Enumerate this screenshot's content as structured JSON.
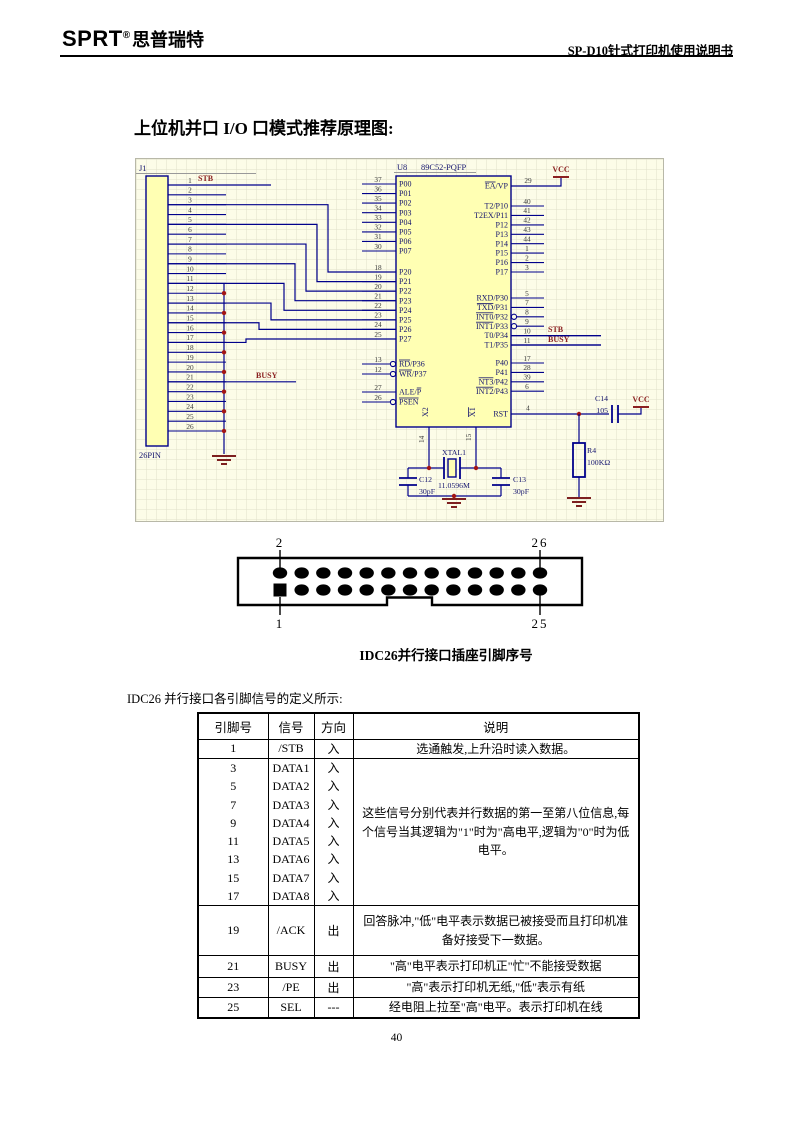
{
  "header": {
    "brand": "SPRT",
    "reg": "®",
    "brand_cn": "思普瑞特",
    "doc_title": "SP-D10针式打印机使用说明书"
  },
  "section_title": "上位机并口 I/O 口模式推荐原理图:",
  "schematic": {
    "j1_ref": "J1",
    "j1_type": "26PIN",
    "u8_ref": "U8",
    "u8_part": "89C52-PQFP",
    "left_a": [
      [
        "37",
        "P00",
        "",
        ""
      ],
      [
        "36",
        "P01",
        "",
        ""
      ],
      [
        "35",
        "P02",
        "",
        ""
      ],
      [
        "34",
        "P03",
        "",
        ""
      ],
      [
        "33",
        "P04",
        "",
        ""
      ],
      [
        "32",
        "P05",
        "",
        ""
      ],
      [
        "31",
        "P06",
        "",
        ""
      ],
      [
        "30",
        "P07",
        "",
        ""
      ]
    ],
    "left_b": [
      [
        "18",
        "P20",
        "",
        ""
      ],
      [
        "19",
        "P21",
        "",
        ""
      ],
      [
        "20",
        "P22",
        "",
        ""
      ],
      [
        "21",
        "P23",
        "",
        ""
      ],
      [
        "22",
        "P24",
        "",
        ""
      ],
      [
        "23",
        "P25",
        "",
        ""
      ],
      [
        "24",
        "P26",
        "",
        ""
      ],
      [
        "25",
        "P27",
        "",
        ""
      ]
    ],
    "left_c": [
      [
        "13",
        "",
        "RD",
        "/P36"
      ],
      [
        "12",
        "",
        "WR",
        "/P37"
      ]
    ],
    "left_d": [
      [
        "27",
        "ALE/",
        "P",
        ""
      ],
      [
        "26",
        "",
        "PSEN",
        ""
      ]
    ],
    "right_0": [
      [
        "29",
        "",
        "EA",
        "/VP"
      ]
    ],
    "right_1": [
      [
        "40",
        "T2/P10",
        "",
        ""
      ],
      [
        "41",
        "T2EX/P11",
        "",
        ""
      ],
      [
        "42",
        "P12",
        "",
        ""
      ],
      [
        "43",
        "P13",
        "",
        ""
      ],
      [
        "44",
        "P14",
        "",
        ""
      ],
      [
        "1",
        "P15",
        "",
        ""
      ],
      [
        "2",
        "P16",
        "",
        ""
      ],
      [
        "3",
        "P17",
        "",
        ""
      ]
    ],
    "right_2": [
      [
        "5",
        "RXD/P30",
        "",
        ""
      ],
      [
        "7",
        "",
        "TXD",
        "/P31"
      ],
      [
        "8",
        "",
        "INT0",
        "/P32"
      ],
      [
        "9",
        "",
        "INT1",
        "/P33"
      ],
      [
        "10",
        "T0/P34",
        "",
        ""
      ],
      [
        "11",
        "T1/P35",
        "",
        ""
      ]
    ],
    "right_3": [
      [
        "17",
        "P40",
        "",
        ""
      ],
      [
        "28",
        "P41",
        "",
        ""
      ],
      [
        "39",
        "",
        "NT3",
        "/P42"
      ],
      [
        "6",
        "",
        "INT2",
        "/P43"
      ]
    ],
    "rst": [
      "4",
      "RST",
      "",
      ""
    ],
    "bottom": [
      [
        "14",
        "X2",
        "",
        ""
      ],
      [
        "15",
        "",
        "X1",
        ""
      ]
    ],
    "nets": {
      "stb": "STB",
      "busy": "BUSY",
      "vcc": "VCC"
    },
    "components": {
      "xtal_ref": "XTAL1",
      "xtal_val": "11.0596M",
      "c12_ref": "C12",
      "c12_val": "30pF",
      "c13_ref": "C13",
      "c13_val": "30pF",
      "c14_ref": "C14",
      "c14_val": "105",
      "r4_ref": "R4",
      "r4_val": "100KΩ"
    }
  },
  "connector_diagram": {
    "caption": "IDC26并行接口插座引脚序号",
    "labels": {
      "top_left": "2",
      "top_right": "26",
      "bottom_left": "1",
      "bottom_right": "25"
    },
    "columns": 13,
    "rows": 2
  },
  "table_intro": "IDC26 并行接口各引脚信号的定义所示:",
  "pin_table": {
    "headers": [
      "引脚号",
      "信号",
      "方向",
      "说明"
    ],
    "rows": [
      {
        "pins": [
          "1"
        ],
        "signals": [
          "/STB"
        ],
        "dirs": [
          "入"
        ],
        "desc": "选通触发,上升沿时读入数据。"
      },
      {
        "pins": [
          "3",
          "5",
          "7",
          "9",
          "11",
          "13",
          "15",
          "17"
        ],
        "signals": [
          "DATA1",
          "DATA2",
          "DATA3",
          "DATA4",
          "DATA5",
          "DATA6",
          "DATA7",
          "DATA8"
        ],
        "dirs": [
          "入",
          "入",
          "入",
          "入",
          "入",
          "入",
          "入",
          "入"
        ],
        "desc": "这些信号分别代表并行数据的第一至第八位信息,每个信号当其逻辑为\"1\"时为\"高电平,逻辑为\"0\"时为低电平。"
      },
      {
        "pins": [
          "19"
        ],
        "signals": [
          "/ACK"
        ],
        "dirs": [
          "出"
        ],
        "desc": "回答脉冲,\"低\"电平表示数据已被接受而且打印机准备好接受下一数据。"
      },
      {
        "pins": [
          "21"
        ],
        "signals": [
          "BUSY"
        ],
        "dirs": [
          "出"
        ],
        "desc": "\"高\"电平表示打印机正\"忙\"不能接受数据"
      },
      {
        "pins": [
          "23"
        ],
        "signals": [
          "/PE"
        ],
        "dirs": [
          "出"
        ],
        "desc": "\"高\"表示打印机无纸,\"低\"表示有纸"
      },
      {
        "pins": [
          "25"
        ],
        "signals": [
          "SEL"
        ],
        "dirs": [
          "---"
        ],
        "desc": "经电阻上拉至\"高\"电平。表示打印机在线"
      }
    ]
  },
  "page_number": "40"
}
